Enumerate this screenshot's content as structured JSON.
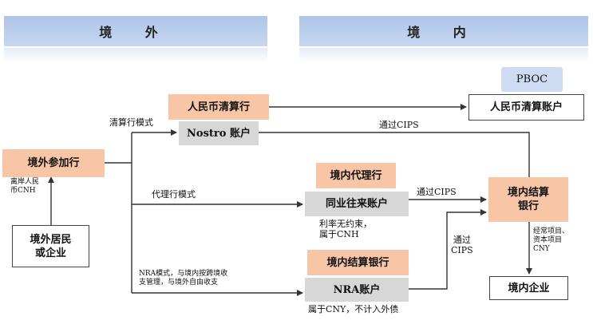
{
  "headers": {
    "overseas": "境 外",
    "domestic": "境 内"
  },
  "nodes": {
    "pboc": "PBOC",
    "rmb_clearing_bank": "人民币清算行",
    "rmb_clearing_account": "人民币清算账户",
    "nostro_account": "Nostro 账户",
    "overseas_participant_bank": "境外参加行",
    "domestic_agent_bank": "境内代理行",
    "interbank_account": "同业往来账户",
    "domestic_settlement_bank_1": "境内结算",
    "domestic_settlement_bank_2": "银行",
    "domestic_settlement_bank_label": "境内结算银行",
    "nra_account": "NRA账户",
    "overseas_resident_1": "境外居民",
    "overseas_resident_2": "或企业",
    "domestic_enterprise": "境内企业"
  },
  "labels": {
    "clearing_mode": "清算行模式",
    "agent_mode": "代理行模式",
    "via_cips_top": "通过CIPS",
    "via_cips_mid": "通过CIPS",
    "via_cips_vertical_1": "通过",
    "via_cips_vertical_2": "CIPS",
    "offshore_cnh_1": "离岸人民",
    "offshore_cnh_2": "币CNH",
    "interest_note_1": "利率无约束，",
    "interest_note_2": "属于CNH",
    "nra_note_1": "NRA模式，与境内按跨境收",
    "nra_note_2": "支管理，与境外自由收支",
    "cny_note": "属于CNY，不计入外债",
    "current_capital_1": "经常项目、",
    "current_capital_2": "资本项目",
    "current_capital_3": "CNY"
  }
}
